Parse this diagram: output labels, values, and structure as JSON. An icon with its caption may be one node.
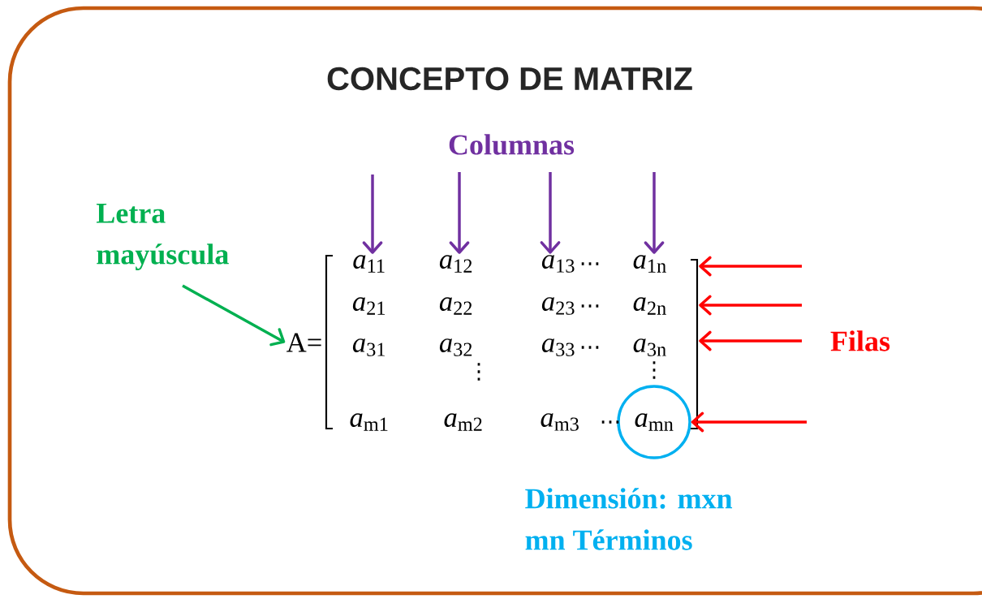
{
  "diagram": {
    "title": "CONCEPTO DE MATRIZ",
    "nodes": [
      {
        "text": [
          "Letra mayúscula"
        ]
      },
      {
        "text": [
          "A="
        ]
      },
      {
        "text": [
          "*a*$_{11}$"
        ]
      },
      {
        "text": [
          "*a*$_{12}$"
        ]
      },
      {
        "text": [
          "*a*$_{13}$"
        ]
      },
      {
        "text": [
          "*a*$_{1n}$"
        ]
      },
      {
        "text": [
          "*a*$_{21}$"
        ]
      },
      {
        "text": [
          "*a*$_{22}$"
        ]
      },
      {
        "text": [
          "*a*$_{23}$"
        ]
      },
      {
        "text": [
          "*a*$_{2n}$"
        ]
      },
      {
        "text": [
          "*a*$_{31}$"
        ]
      },
      {
        "text": [
          "*a*$_{32}$"
        ]
      },
      {
        "text": [
          "*a*$_{33}$"
        ]
      },
      {
        "text": [
          "*a*$_{3n}$"
        ]
      },
      {
        "text": [
          "*a*$_{m1}$"
        ]
      },
      {
        "text": [
          "*a*$_{m2}$"
        ]
      },
      {
        "text": [
          "*a*$_{m3}$"
        ]
      },
      {
        "text": [
          "*a*$_{mn}$"
        ]
      }
    ],
    "edges": [
      {
        "from": 0,
        "to": 1,
        "arrow": "to",
        "color": "#00b050"
      },
      {
        "from": null,
        "to": 2,
        "arrow": "to",
        "color": "#7030a0"
      },
      {
        "from": null,
        "to": 3,
        "arrow": "to",
        "color": "#7030a0"
      },
      {
        "from": null,
        "to": 4,
        "arrow": "to",
        "color": "#7030a0"
      },
      {
        "from": null,
        "to": 5,
        "arrow": "to",
        "color": "#7030a0"
      },
      {
        "from": null,
        "to": 5,
        "arrow": "to",
        "color": "#ff0000"
      },
      {
        "from": null,
        "to": 9,
        "arrow": "to",
        "color": "#ff0000"
      },
      {
        "from": null,
        "to": 13,
        "arrow": "to",
        "color": "#ff0000"
      },
      {
        "from": null,
        "to": 17,
        "arrow": "to",
        "color": "#ff0000"
      }
    ],
    "labels": [
      "Columnas",
      "…",
      "…",
      "…",
      "Filas",
      "⋮",
      "⋮",
      "…",
      "Dimensión: mxn",
      "mn Términos"
    ]
  }
}
